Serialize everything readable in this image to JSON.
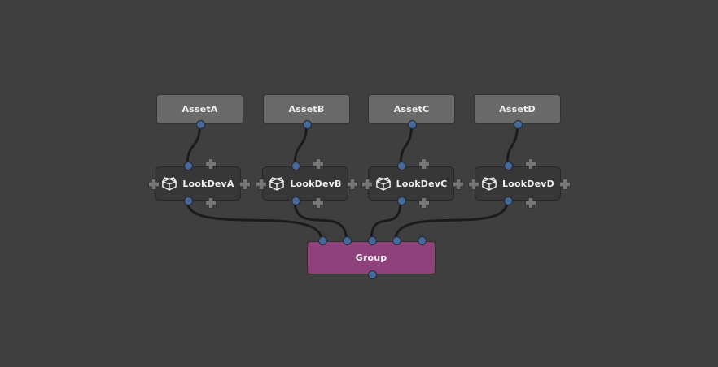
{
  "graph": {
    "type": "node-editor-canvas",
    "colors": {
      "background": "#3f3f3f",
      "asset_node_fill": "#6a6a6a",
      "lookdev_node_fill": "#373737",
      "group_node_fill": "#8e417b",
      "port": "#46699b",
      "wire": "#1b1b1b",
      "port_expander": "#767676",
      "node_text": "#f0f0f0"
    },
    "icons": {
      "lookdev_node": "package-icon",
      "port_expander": "plus-icon"
    },
    "asset_nodes": [
      {
        "label": "AssetA"
      },
      {
        "label": "AssetB"
      },
      {
        "label": "AssetC"
      },
      {
        "label": "AssetD"
      }
    ],
    "lookdev_nodes": [
      {
        "label": "LookDevA",
        "icon": "package-icon"
      },
      {
        "label": "LookDevB",
        "icon": "package-icon"
      },
      {
        "label": "LookDevC",
        "icon": "package-icon"
      },
      {
        "label": "LookDevD",
        "icon": "package-icon"
      }
    ],
    "group_node": {
      "label": "Group",
      "input_ports": 5,
      "connected_inputs": 4
    },
    "connections": [
      {
        "from": "AssetA",
        "to": "LookDevA"
      },
      {
        "from": "AssetB",
        "to": "LookDevB"
      },
      {
        "from": "AssetC",
        "to": "LookDevC"
      },
      {
        "from": "AssetD",
        "to": "LookDevD"
      },
      {
        "from": "LookDevA",
        "to": "Group"
      },
      {
        "from": "LookDevB",
        "to": "Group"
      },
      {
        "from": "LookDevC",
        "to": "Group"
      },
      {
        "from": "LookDevD",
        "to": "Group"
      }
    ]
  }
}
